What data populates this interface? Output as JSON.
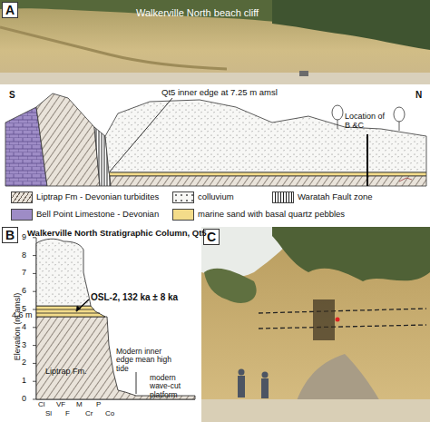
{
  "diagram": {
    "nodes": [
      {
        "text": [
          "A"
        ]
      },
      {
        "text": [
          "B"
        ]
      },
      {
        "text": [
          "C"
        ]
      }
    ],
    "labels": [
      "Walkerville North beach cliff",
      "S",
      "N",
      "Qt5 inner edge at 7.25 m amsl",
      "Location of B &C",
      "Walkerville North Stratigraphic Column, Qt5",
      "0",
      "1",
      "2",
      "3",
      "4",
      "5",
      "6",
      "7",
      "8",
      "9",
      "OSL-2, 132 ka ± 8 ka",
      "4.6 m",
      "Liptrap Fm.",
      "Modern inner edge mean high tide",
      "modern wave-cut platform",
      "Elevation (m amsl)",
      "Cl",
      "VF",
      "M",
      "P",
      "Sl",
      "F",
      "Cr",
      "Co"
    ],
    "legend": [
      {
        "text": "Liptrap Fm - Devonian turbidites"
      },
      {
        "text": "colluvium"
      },
      {
        "text": "Waratah Fault zone"
      },
      {
        "text": "Bell Point Limestone - Devonian",
        "color": "#9e8cc6"
      },
      {
        "text": "marine sand with basal quartz pebbles",
        "color": "#f3dc8a"
      }
    ]
  }
}
